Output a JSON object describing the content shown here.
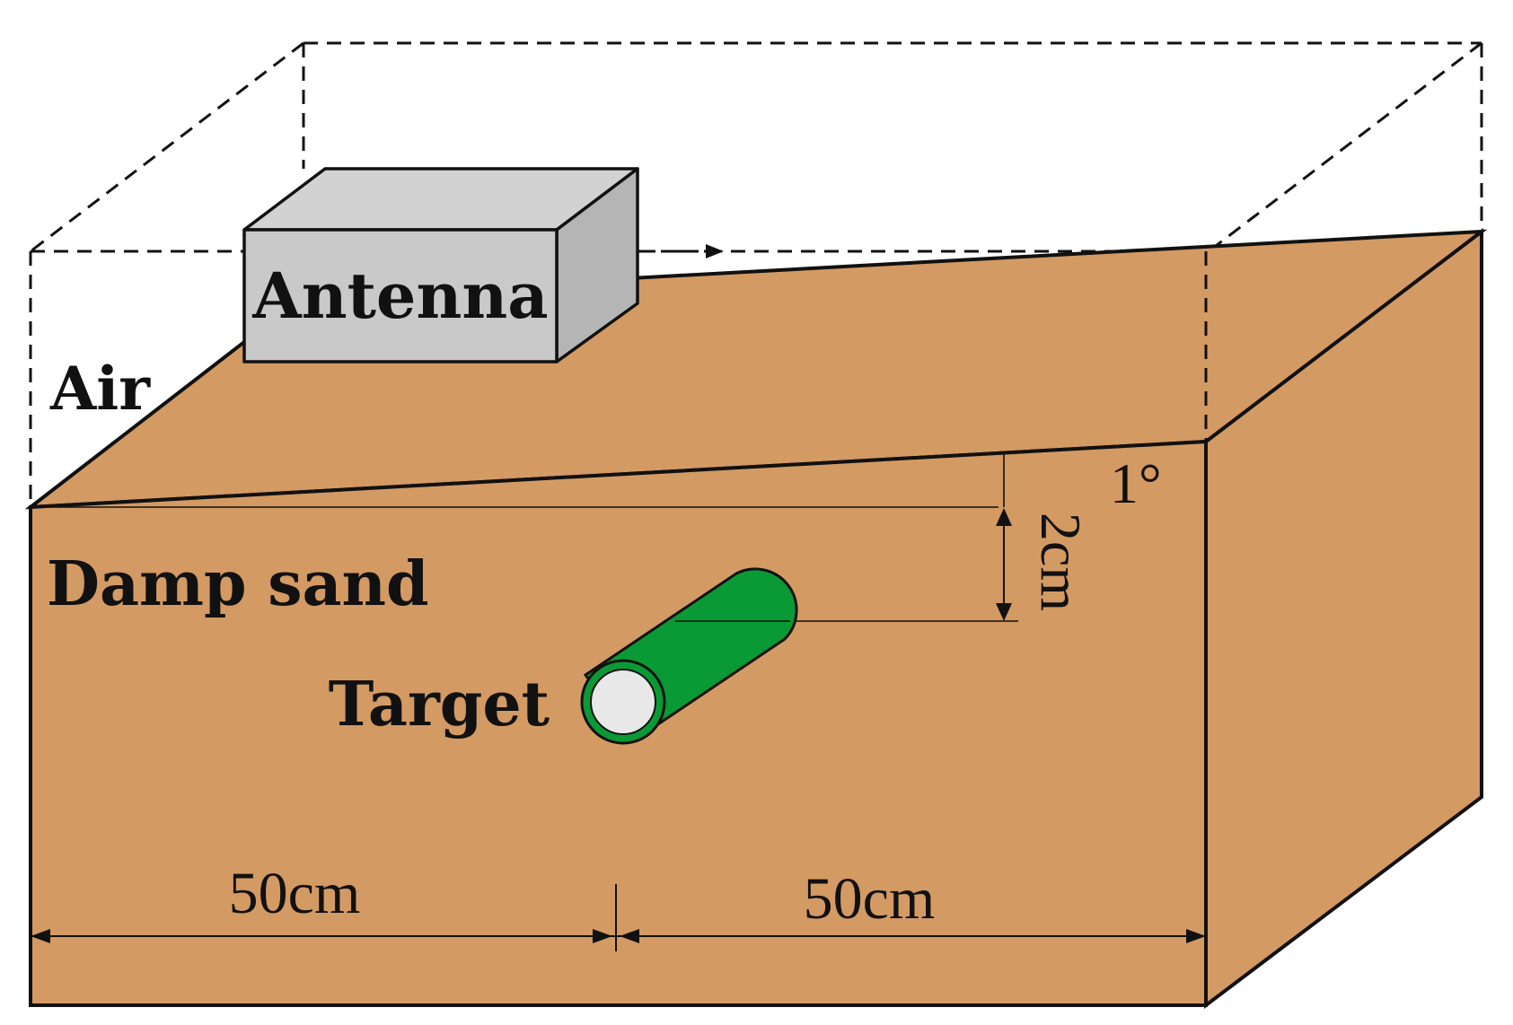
{
  "diagram": {
    "labels": {
      "antenna": "Antenna",
      "air": "Air",
      "damp_sand": "Damp sand",
      "target": "Target",
      "width_left": "50cm",
      "width_right": "50cm",
      "depth": "2cm",
      "tilt_angle": "1°"
    },
    "colors": {
      "sand": "#D49A63",
      "antenna_front": "#C9C9C9",
      "antenna_top": "#D2D2D2",
      "antenna_side": "#B5B5B5",
      "target_body": "#0A9A35",
      "target_end": "#E8E8E8",
      "outline": "#111111"
    }
  }
}
